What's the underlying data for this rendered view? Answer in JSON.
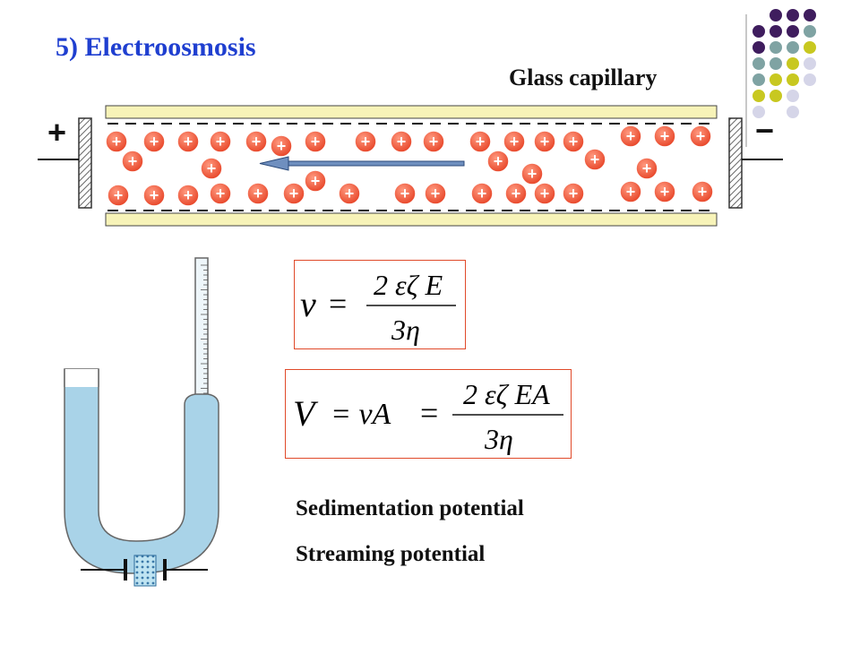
{
  "slide": {
    "title": "5) Electroosmosis",
    "capillary_label": "Glass capillary",
    "electrode_positive": "+",
    "electrode_negative": "−",
    "ion_symbol": "+",
    "text_sedimentation": "Sedimentation potential",
    "text_streaming": "Streaming potential"
  },
  "formula1": {
    "lhs": "v",
    "eq": "=",
    "numerator": "2 εζ E",
    "denominator": "3η"
  },
  "formula2": {
    "lhs": "V",
    "eq1": "= vA",
    "eq2": "=",
    "numerator": "2 εζ EA",
    "denominator": "3η"
  },
  "colors": {
    "title": "#1f3fd0",
    "ion_fill": "#f05a3a",
    "glass": "#f5f0b0",
    "liquid": "#a8d0e6",
    "formula_border": "#e04a2a",
    "dot_purple": "#3f1d5e",
    "dot_teal": "#7fa3a3",
    "dot_yellow": "#c8c820",
    "dot_lavender": "#d5d5e8"
  }
}
